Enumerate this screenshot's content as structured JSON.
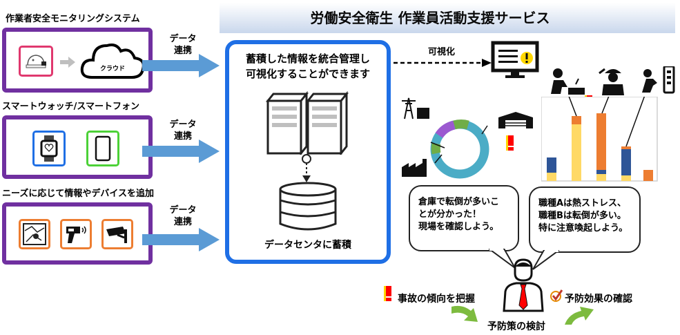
{
  "header": {
    "title": "労働安全衛生 作業員活動支援サービス"
  },
  "sources": [
    {
      "title": "作業者安全モニタリングシステム",
      "items": [
        "helmet-sensor",
        "cloud"
      ],
      "cloud_label": "クラウド"
    },
    {
      "title": "スマートウォッチ/スマートフォン",
      "items": [
        "smartwatch",
        "smartphone"
      ]
    },
    {
      "title": "ニーズに応じて情報やデバイスを追加",
      "items": [
        "map",
        "thermometer",
        "camera"
      ]
    }
  ],
  "link_label": {
    "line1": "データ",
    "line2": "連携"
  },
  "center": {
    "line1": "蓄積した情報を統合管理し",
    "line2": "可視化することができます",
    "datacenter_label": "データセンタに蓄積"
  },
  "visualize_label": "可視化",
  "bubbles": [
    {
      "text": "倉庫で転倒が多いこ\nとが分かった！\n現場を確認しよう。"
    },
    {
      "text": "職種Aは熱ストレス、\n職種Bは転倒が多い。\n特に注意喚起しよう。"
    }
  ],
  "bottom": {
    "left_label": "事故の傾向を把握",
    "center_label": "予防策の検討",
    "right_label": "予防効果の確認"
  },
  "colors": {
    "purple": "#7030A0",
    "blue": "#1F6FE5",
    "arrow": "#5B9BD5",
    "teal": "#4BACC6",
    "orange": "#ED7D31",
    "yellow": "#FFD966",
    "navy": "#2E5597",
    "green": "#70AD47",
    "red": "#FF0000"
  }
}
